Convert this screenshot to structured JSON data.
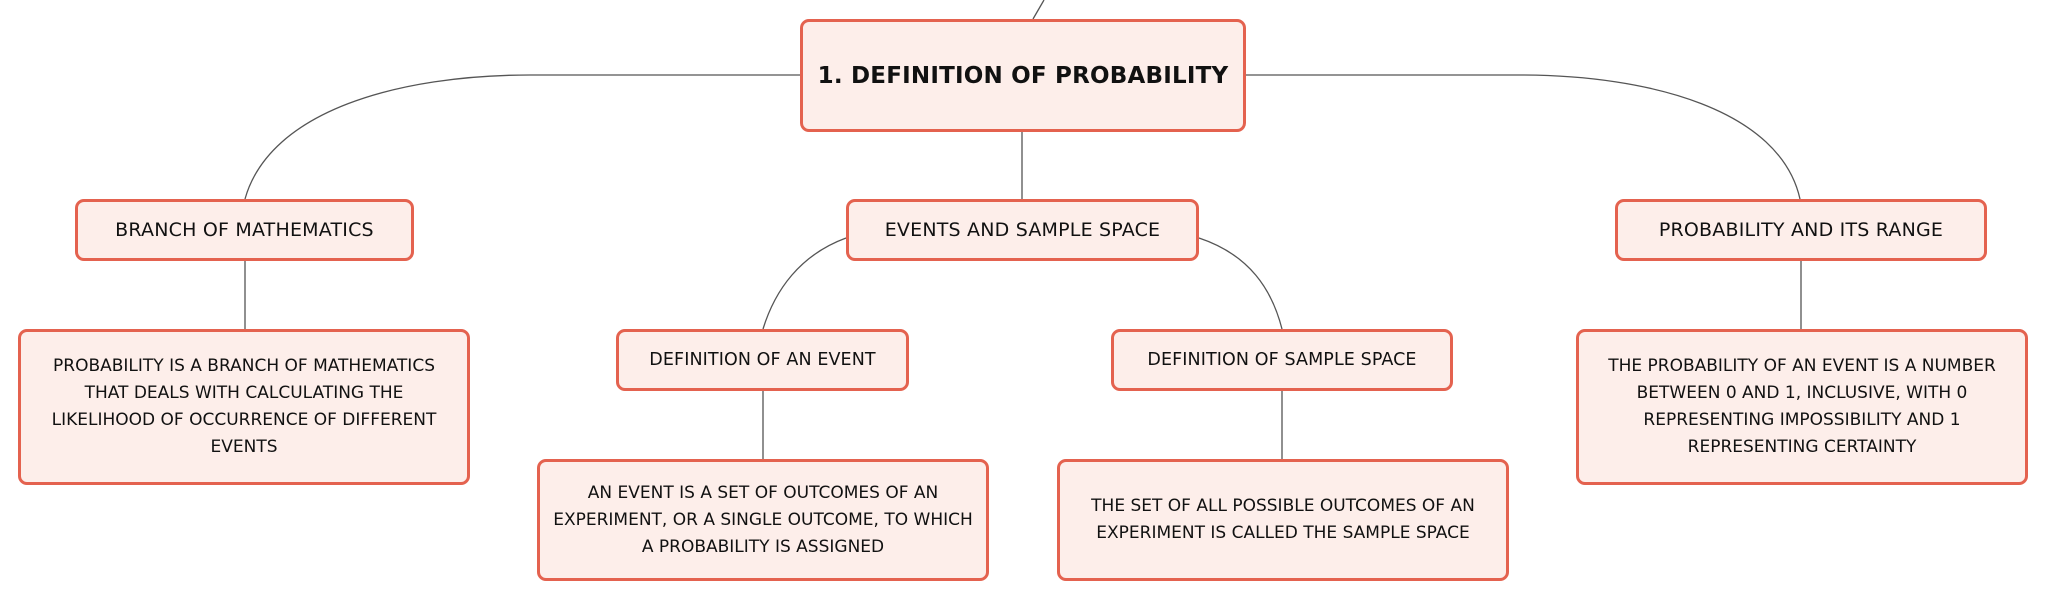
{
  "root": {
    "label": "1. DEFINITION OF PROBABILITY"
  },
  "topics": {
    "branch": {
      "label": "BRANCH OF MATHEMATICS",
      "detail": "PROBABILITY IS A BRANCH OF MATHEMATICS THAT DEALS WITH CALCULATING THE LIKELIHOOD OF OCCURRENCE OF DIFFERENT EVENTS"
    },
    "events": {
      "label": "EVENTS AND SAMPLE SPACE",
      "children": {
        "event": {
          "label": "DEFINITION OF AN EVENT",
          "detail": "AN EVENT IS A SET OF OUTCOMES OF AN EXPERIMENT, OR A SINGLE OUTCOME, TO WHICH A PROBABILITY IS ASSIGNED"
        },
        "sample": {
          "label": "DEFINITION OF SAMPLE SPACE",
          "detail": "THE SET OF ALL POSSIBLE OUTCOMES OF AN EXPERIMENT IS CALLED THE SAMPLE SPACE"
        }
      }
    },
    "range": {
      "label": "PROBABILITY AND ITS RANGE",
      "detail": "THE PROBABILITY OF AN EVENT IS A NUMBER BETWEEN 0 AND 1, INCLUSIVE, WITH 0 REPRESENTING IMPOSSIBILITY AND 1 REPRESENTING CERTAINTY"
    }
  },
  "colors": {
    "node_border": "#e4624f",
    "node_fill": "#fdeeea",
    "connector": "#555555"
  }
}
